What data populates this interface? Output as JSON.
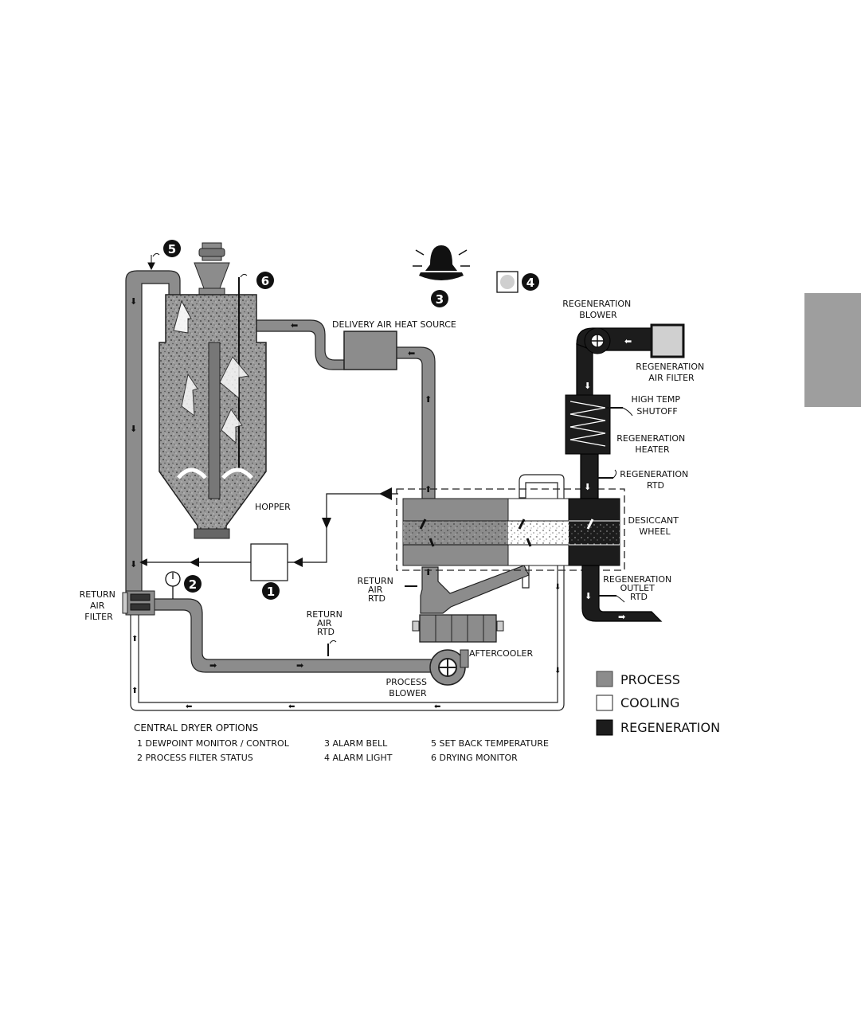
{
  "labels": {
    "delivery_air_heat_source": "DELIVERY AIR HEAT SOURCE",
    "hopper": "HOPPER",
    "regeneration_blower": [
      "REGENERATION",
      "BLOWER"
    ],
    "regeneration_air_filter": [
      "REGENERATION",
      "AIR FILTER"
    ],
    "high_temp_shutoff": [
      "HIGH TEMP",
      "SHUTOFF"
    ],
    "regeneration_heater": [
      "REGENERATION",
      "HEATER"
    ],
    "regeneration_rtd": [
      "REGENERATION",
      "RTD"
    ],
    "desiccant_wheel": [
      "DESICCANT",
      "WHEEL"
    ],
    "regeneration_outlet_rtd": [
      "REGENERATION",
      "OUTLET",
      "RTD"
    ],
    "return_air_rtd_upper": [
      "RETURN",
      "AIR",
      "RTD"
    ],
    "return_air_rtd_lower": [
      "RETURN",
      "AIR",
      "RTD"
    ],
    "return_air_filter": [
      "RETURN",
      "AIR",
      "FILTER"
    ],
    "aftercooler": "AFTERCOOLER",
    "process_blower": [
      "PROCESS",
      "BLOWER"
    ]
  },
  "callouts": [
    "1",
    "2",
    "3",
    "4",
    "5",
    "6"
  ],
  "legend": [
    {
      "label": "PROCESS",
      "color": "#8c8c8c"
    },
    {
      "label": "COOLING",
      "color": "#ffffff"
    },
    {
      "label": "REGENERATION",
      "color": "#1c1c1c"
    }
  ],
  "options": {
    "title": "CENTRAL DRYER OPTIONS",
    "items": [
      "1   DEWPOINT MONITOR / CONTROL",
      "2   PROCESS FILTER STATUS",
      "3   ALARM BELL",
      "4   ALARM LIGHT",
      "5  SET BACK TEMPERATURE",
      "6 DRYING MONITOR"
    ]
  },
  "colors": {
    "process": "#8c8c8c",
    "cooling": "#ffffff",
    "regeneration": "#1c1c1c",
    "side_tab": "#9e9e9e"
  }
}
